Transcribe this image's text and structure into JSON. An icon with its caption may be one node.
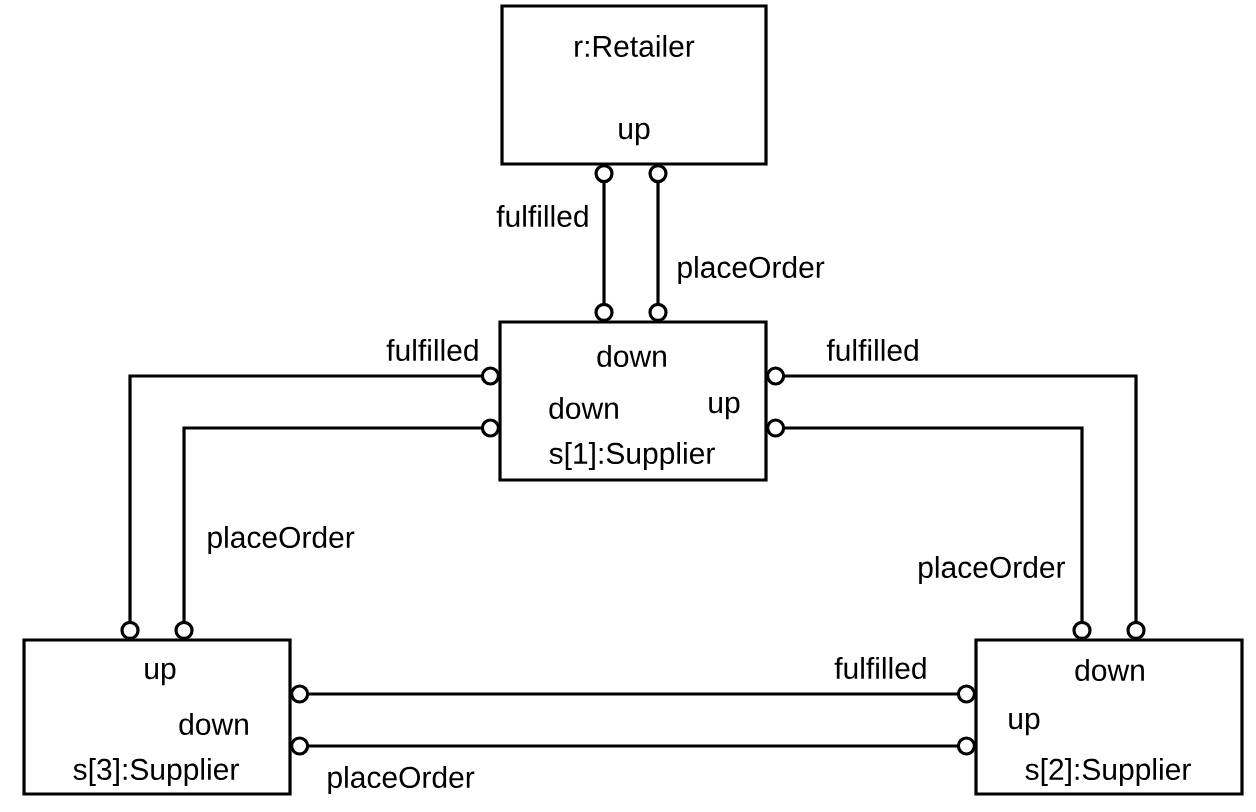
{
  "diagram": {
    "nodes": [
      {
        "text": [
          "r:Retailer",
          "up"
        ]
      },
      {
        "text": [
          "down",
          "down",
          "up",
          "s[1]:Supplier"
        ]
      },
      {
        "text": [
          "up",
          "down",
          "s[3]:Supplier"
        ]
      },
      {
        "text": [
          "down",
          "up",
          "s[2]:Supplier"
        ]
      }
    ],
    "edges": [
      {
        "from": 0,
        "to": 1,
        "arrow": "other",
        "label": "fulfilled"
      },
      {
        "from": 0,
        "to": 1,
        "arrow": "other",
        "label": "placeOrder"
      },
      {
        "from": 1,
        "to": 2,
        "arrow": "other",
        "label": "fulfilled"
      },
      {
        "from": 1,
        "to": 2,
        "arrow": "other",
        "label": "placeOrder"
      },
      {
        "from": 1,
        "to": 3,
        "arrow": "other",
        "label": "fulfilled"
      },
      {
        "from": 1,
        "to": 3,
        "arrow": "other",
        "label": "placeOrder"
      },
      {
        "from": 2,
        "to": 3,
        "arrow": "other",
        "label": "fulfilled"
      },
      {
        "from": 2,
        "to": 3,
        "arrow": "other",
        "label": "placeOrder"
      }
    ]
  }
}
